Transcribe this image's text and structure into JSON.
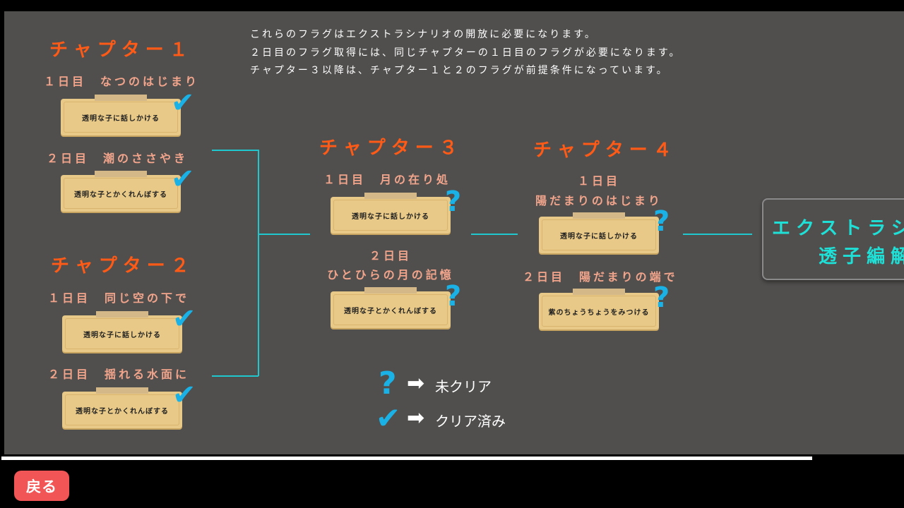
{
  "info": [
    "これらのフラグはエクストラシナリオの開放に必要になります。",
    "２日目のフラグ取得には、同じチャプターの１日目のフラグが必要になります。",
    "チャプター３以降は、チャプター１と２のフラグが前提条件になっています。"
  ],
  "chapters": [
    {
      "title": "チャプター１",
      "days": [
        {
          "label": "１日目　なつのはじまり",
          "task": "透明な子に話しかける",
          "status": "cleared"
        },
        {
          "label": "２日目　潮のささやき",
          "task": "透明な子とかくれんぼする",
          "status": "cleared"
        }
      ]
    },
    {
      "title": "チャプター２",
      "days": [
        {
          "label": "１日目　同じ空の下で",
          "task": "透明な子に話しかける",
          "status": "cleared"
        },
        {
          "label": "２日目　揺れる水面に",
          "task": "透明な子とかくれんぼする",
          "status": "cleared"
        }
      ]
    },
    {
      "title": "チャプター３",
      "days": [
        {
          "label": "１日目　月の在り処",
          "task": "透明な子に話しかける",
          "status": "uncleared"
        },
        {
          "label1": "２日目",
          "label2": "ひとひらの月の記憶",
          "task": "透明な子とかくれんぼする",
          "status": "uncleared"
        }
      ]
    },
    {
      "title": "チャプター４",
      "days": [
        {
          "label1": "１日目",
          "label2": "陽だまりのはじまり",
          "task": "透明な子に話しかける",
          "status": "uncleared"
        },
        {
          "label": "２日目　陽だまりの端で",
          "task": "紫のちょうちょうをみつける",
          "status": "uncleared"
        }
      ]
    }
  ],
  "extra": {
    "line1": "エクストラシ",
    "line2": "透子編解"
  },
  "legend": {
    "uncleared": "未クリア",
    "cleared": "クリア済み",
    "q_glyph": "?",
    "check_glyph": "✔",
    "arrow_glyph": "➡"
  },
  "back_label": "戻る"
}
